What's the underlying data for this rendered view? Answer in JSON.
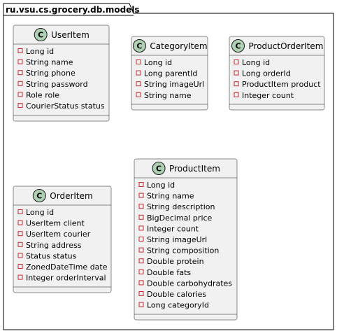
{
  "package": {
    "name": "ru.vsu.cs.grocery.db.models"
  },
  "colors": {
    "class_fill": "#F1F1F1",
    "class_border": "#181818",
    "stereotype_circle": "#ADD1B2",
    "private_marker": "#C82930",
    "package_border": "#000000"
  },
  "icons": {
    "class_stereotype": "class-c-icon",
    "private_field": "private-square-icon"
  },
  "classes": [
    {
      "id": "user-item",
      "stereotype": "C",
      "name": "UserItem",
      "fields": [
        "Long id",
        "String name",
        "String phone",
        "String password",
        "Role role",
        "CourierStatus status"
      ]
    },
    {
      "id": "category-item",
      "stereotype": "C",
      "name": "CategoryItem",
      "fields": [
        "Long id",
        "Long parentId",
        "String imageUrl",
        "String name"
      ]
    },
    {
      "id": "product-order-item",
      "stereotype": "C",
      "name": "ProductOrderItem",
      "fields": [
        "Long id",
        "Long orderId",
        "ProductItem product",
        "Integer count"
      ]
    },
    {
      "id": "order-item",
      "stereotype": "C",
      "name": "OrderItem",
      "fields": [
        "Long id",
        "UserItem client",
        "UserItem courier",
        "String address",
        "Status status",
        "ZonedDateTime date",
        "Integer orderInterval"
      ]
    },
    {
      "id": "product-item",
      "stereotype": "C",
      "name": "ProductItem",
      "fields": [
        "Long id",
        "String name",
        "String description",
        "BigDecimal price",
        "Integer count",
        "String imageUrl",
        "String composition",
        "Double protein",
        "Double fats",
        "Double carbohydrates",
        "Double calories",
        "Long categoryId"
      ]
    }
  ]
}
